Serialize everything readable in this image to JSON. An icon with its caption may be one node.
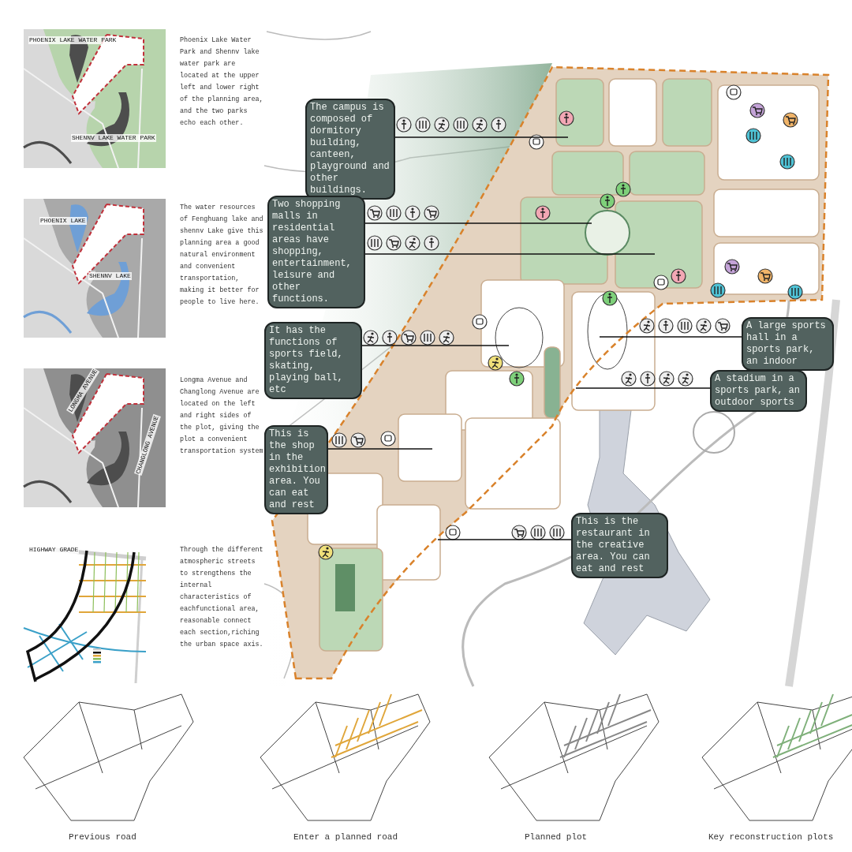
{
  "diagram": {
    "nodes": [
      {
        "text": [
          "The campus is composed of dormitory building, canteen, playground and other buildings."
        ]
      },
      {
        "text": [
          "Two shopping malls in residential areas have shopping, entertainment, leisure and other functions."
        ]
      },
      {
        "text": [
          "It has the functions of sports field, skating, playing ball, etc"
        ]
      },
      {
        "text": [
          "A large sports hall in a sports park, an indoor"
        ]
      },
      {
        "text": [
          "A stadium in a sports park, an outdoor sports"
        ]
      },
      {
        "text": [
          "This is the shop in the exhibition area. You can eat and rest"
        ]
      },
      {
        "text": [
          "This is the restaurant in the creative area. You can eat and rest"
        ]
      }
    ],
    "edges": [
      {
        "from": 0,
        "to": null,
        "arrow": "none"
      },
      {
        "from": 1,
        "to": null,
        "arrow": "none"
      },
      {
        "from": 1,
        "to": null,
        "arrow": "none"
      },
      {
        "from": 2,
        "to": null,
        "arrow": "none"
      },
      {
        "from": 3,
        "to": null,
        "arrow": "none"
      },
      {
        "from": 4,
        "to": null,
        "arrow": "none"
      },
      {
        "from": 5,
        "to": null,
        "arrow": "none"
      },
      {
        "from": 6,
        "to": null,
        "arrow": "none"
      }
    ],
    "labels": [
      "PHOENIX LAKE WATER PARK",
      "SHENNV LAKE WATER PARK",
      "Phoenix Lake Water Park and Shennv lake water park are located at the upper left and lower right of the planning area, and the two parks echo each other.",
      "PHOENIX LAKE",
      "SHENNV LAKE",
      "The water resources of Fenghuang lake and shennv Lake give this planning area a good natural environment and convenient transportation, making it better for people to live here.",
      "LONGMA AVENUE",
      "CHANGLONG AVENUE",
      "Longma Avenue and Changlong Avenue are located on the left and right sides of the plot, giving the plot a convenient transportation system",
      "HIGHWAY GRADE",
      "Through the different atmospheric streets to strengthens the internal characteristics of eachfunctional area, reasonable connect each section,riching the urban space axis.",
      "Previous road",
      "Enter a planned road",
      "Planned plot",
      "Key reconstruction plots"
    ]
  }
}
